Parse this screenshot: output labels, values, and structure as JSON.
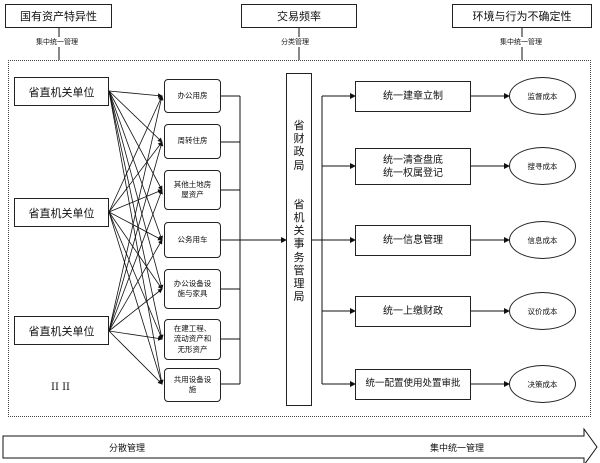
{
  "top_boxes": [
    {
      "label": "国有资产特异性",
      "note": "集中统一管理"
    },
    {
      "label": "交易频率",
      "note": "分类管理"
    },
    {
      "label": "环境与行为不确定性",
      "note": "集中统一管理"
    }
  ],
  "units": [
    "省直机关单位",
    "省直机关单位",
    "省直机关单位"
  ],
  "assets": [
    "办公用房",
    "周转住房",
    "其他土地房\n屋资产",
    "公务用车",
    "办公设备设\n施与家具",
    "在建工程、\n流动资产和\n无形资产",
    "共用设备设\n施"
  ],
  "bureau": {
    "part1": "省\n财\n政\n局",
    "part2": "省\n机\n关\n事\n务\n管\n理\n局"
  },
  "actions": [
    "统一建章立制",
    "统一清查盘底\n统一权属登记",
    "统一信息管理",
    "统一上缴财政",
    "统一配置使用处置审批"
  ],
  "costs": [
    "监督成本",
    "搜寻成本",
    "信息成本",
    "议价成本",
    "决策成本"
  ],
  "roman": "II II",
  "bottom": {
    "left": "分散管理",
    "right": "集中统一管理"
  }
}
